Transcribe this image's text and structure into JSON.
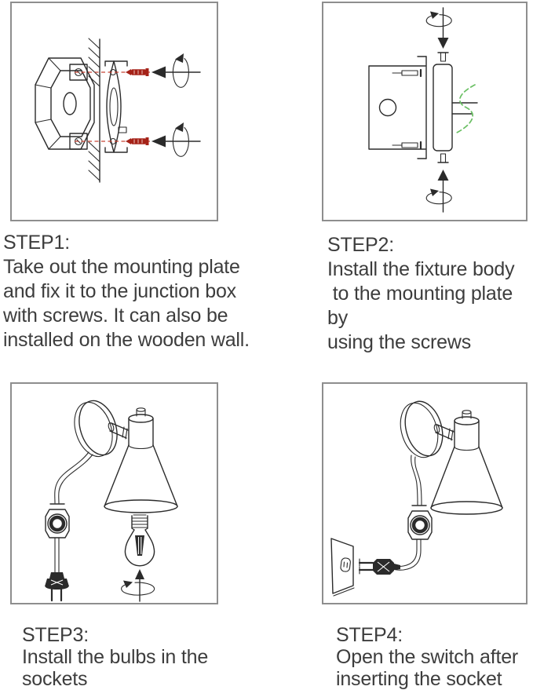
{
  "theme": {
    "background": "#ffffff",
    "panel_border": "#8e8e8e",
    "line_color": "#2b2b2b",
    "text_color": "#3d3d3d",
    "screw_red": "#a52218",
    "dash_red": "#c84335",
    "break_green": "#6abf63"
  },
  "steps": [
    {
      "label": "STEP1:",
      "lines": [
        "Take out the mounting plate",
        "and fix it to the junction box",
        "with screws. It can also be",
        "installed on the wooden wall."
      ],
      "diagram": "mounting-plate-fixed-to-junction-box"
    },
    {
      "label": "STEP2:",
      "lines": [
        "Install the fixture body",
        " to the mounting plate by",
        "using the screws"
      ],
      "diagram": "fixture-body-screwed-to-mounting-plate"
    },
    {
      "label": "STEP3:",
      "lines": [
        "Install the bulbs in the",
        "sockets"
      ],
      "diagram": "bulb-inserted-into-socket"
    },
    {
      "label": "STEP4:",
      "lines": [
        "Open the switch after",
        "inserting the socket"
      ],
      "diagram": "plug-inserted-into-wall-outlet"
    }
  ]
}
